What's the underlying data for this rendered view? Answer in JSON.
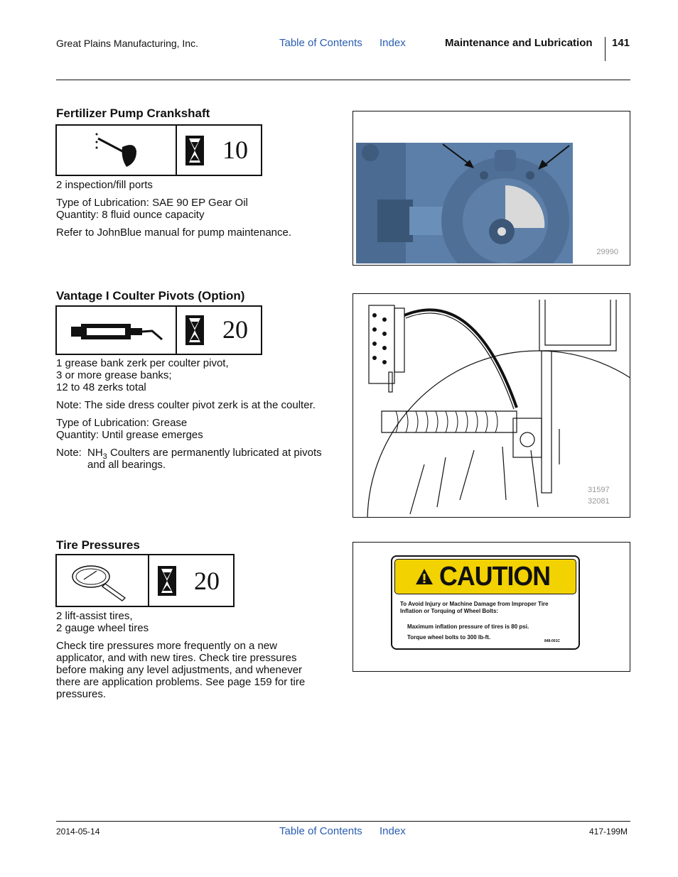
{
  "header": {
    "company": "Great Plains Manufacturing, Inc.",
    "toc": "Table of Contents",
    "index": "Index",
    "section": "Maintenance and Lubrication",
    "page": "141"
  },
  "sections": [
    {
      "title": "Fertilizer Pump Crankshaft",
      "interval": "10",
      "lines": [
        "2 inspection/fill ports",
        "Type of Lubrication: SAE 90 EP Gear Oil",
        "Quantity: 8 fluid ounce capacity",
        "Refer to JohnBlue manual for pump maintenance."
      ],
      "figure": "29990"
    },
    {
      "title": "Vantage I Coulter Pivots (Option)",
      "interval": "20",
      "lines": [
        "1 grease bank zerk per coulter pivot,",
        "3 or more grease banks;",
        "12 to 48 zerks total",
        "Note:  The side dress coulter pivot zerk is at the coulter.",
        "Type of Lubrication: Grease",
        "Quantity: Until grease emerges",
        "Note:",
        "NH",
        "3",
        " Coulters are permanently lubricated at pivots",
        "and all bearings."
      ],
      "figure": [
        "31597",
        "32081"
      ]
    },
    {
      "title": "Tire Pressures",
      "interval": "20",
      "lines": [
        "2 lift-assist tires,",
        "2 gauge wheel tires",
        "Check tire pressures more frequently on a new",
        "applicator, and with new tires. Check tire pressures",
        "before making any level adjustments, and whenever",
        "there are application problems. See page 159 for tire",
        "pressures."
      ]
    }
  ],
  "caution": {
    "title": "CAUTION",
    "lead1": "To Avoid Injury or Machine Damage from Improper Tire",
    "lead2": "Inflation or Torquing of Wheel Bolts:",
    "line1": "Maximum inflation pressure of tires is 80 psi.",
    "line2": "Torque wheel bolts to 300 lb-ft.",
    "code": "848-001C"
  },
  "footer": {
    "date": "2014-05-14",
    "toc": "Table of Contents",
    "index": "Index",
    "doc": "417-199M"
  }
}
